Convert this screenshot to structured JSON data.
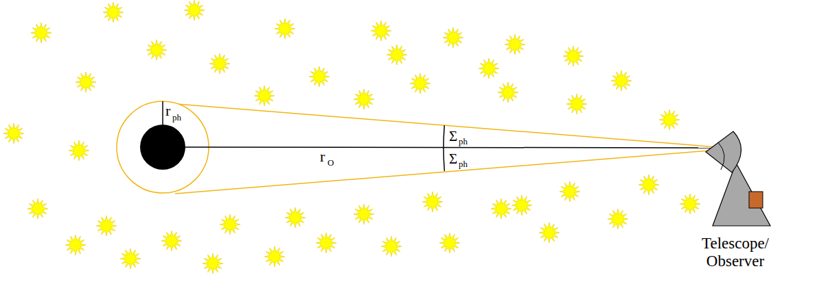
{
  "diagram": {
    "labels": [
      "r",
      "ph",
      "r",
      "O",
      "Σ",
      "ph",
      "Σ",
      "ph",
      "Telescope/ Observer"
    ]
  }
}
